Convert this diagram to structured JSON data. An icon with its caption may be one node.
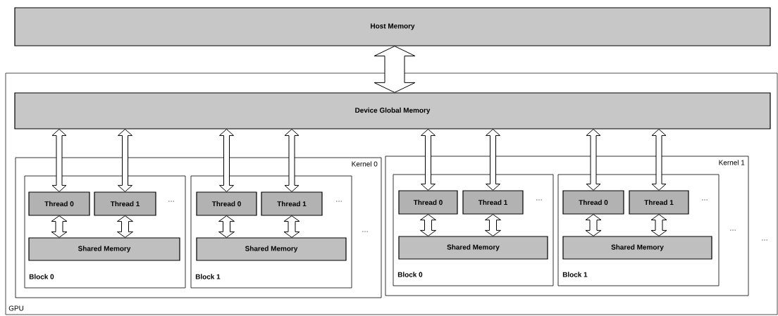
{
  "diagram": {
    "nodes": [
      {
        "text": [
          "Host Memory"
        ]
      },
      {
        "text": [
          "GPU"
        ]
      },
      {
        "text": [
          "Device Global Memory"
        ],
        "in": 1
      },
      {
        "text": [
          "Kernel 0"
        ],
        "in": 1
      },
      {
        "text": [
          "Block 0"
        ],
        "in": 3
      },
      {
        "text": [
          "Thread 0"
        ],
        "in": 4
      },
      {
        "text": [
          "Thread 1"
        ],
        "in": 4
      },
      {
        "text": [
          "Shared Memory"
        ],
        "in": 4
      },
      {
        "text": [
          "Block 1"
        ],
        "in": 3
      },
      {
        "text": [
          "Thread 0"
        ],
        "in": 8
      },
      {
        "text": [
          "Thread 1"
        ],
        "in": 8
      },
      {
        "text": [
          "Shared Memory"
        ],
        "in": 8
      },
      {
        "text": [
          "Kernel 1"
        ],
        "in": 1
      },
      {
        "text": [
          "Block 0"
        ],
        "in": 12
      },
      {
        "text": [
          "Thread 0"
        ],
        "in": 13
      },
      {
        "text": [
          "Thread 1"
        ],
        "in": 13
      },
      {
        "text": [
          "Shared Memory"
        ],
        "in": 13
      },
      {
        "text": [
          "Block 1"
        ],
        "in": 12
      },
      {
        "text": [
          "Thread 0"
        ],
        "in": 17
      },
      {
        "text": [
          "Thread 1"
        ],
        "in": 17
      },
      {
        "text": [
          "Shared Memory"
        ],
        "in": 17
      }
    ],
    "edges": [
      {
        "from": 0,
        "to": 2,
        "arrow": "both"
      },
      {
        "from": 2,
        "to": 5,
        "arrow": "both"
      },
      {
        "from": 2,
        "to": 6,
        "arrow": "both"
      },
      {
        "from": 2,
        "to": 9,
        "arrow": "both"
      },
      {
        "from": 2,
        "to": 10,
        "arrow": "both"
      },
      {
        "from": 2,
        "to": 14,
        "arrow": "both"
      },
      {
        "from": 2,
        "to": 15,
        "arrow": "both"
      },
      {
        "from": 2,
        "to": 18,
        "arrow": "both"
      },
      {
        "from": 2,
        "to": 19,
        "arrow": "both"
      },
      {
        "from": 5,
        "to": 7,
        "arrow": "both"
      },
      {
        "from": 6,
        "to": 7,
        "arrow": "both"
      },
      {
        "from": 9,
        "to": 11,
        "arrow": "both"
      },
      {
        "from": 10,
        "to": 11,
        "arrow": "both"
      },
      {
        "from": 14,
        "to": 16,
        "arrow": "both"
      },
      {
        "from": 15,
        "to": 16,
        "arrow": "both"
      },
      {
        "from": 18,
        "to": 20,
        "arrow": "both"
      },
      {
        "from": 19,
        "to": 20,
        "arrow": "both"
      }
    ],
    "labels": [
      "…",
      "…",
      "…",
      "…",
      "…",
      "…",
      "…"
    ]
  }
}
